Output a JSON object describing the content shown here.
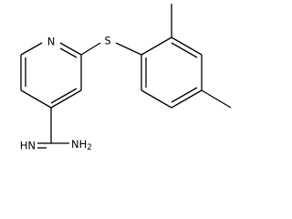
{
  "structure": {
    "atoms": {
      "pyridine_nitrogen": "N",
      "thioether_sulfur": "S",
      "imine_group": "HN",
      "amine_group": "NH2"
    },
    "colors": {
      "bond": "#000000",
      "label": "#000000",
      "background": "#ffffff"
    }
  }
}
